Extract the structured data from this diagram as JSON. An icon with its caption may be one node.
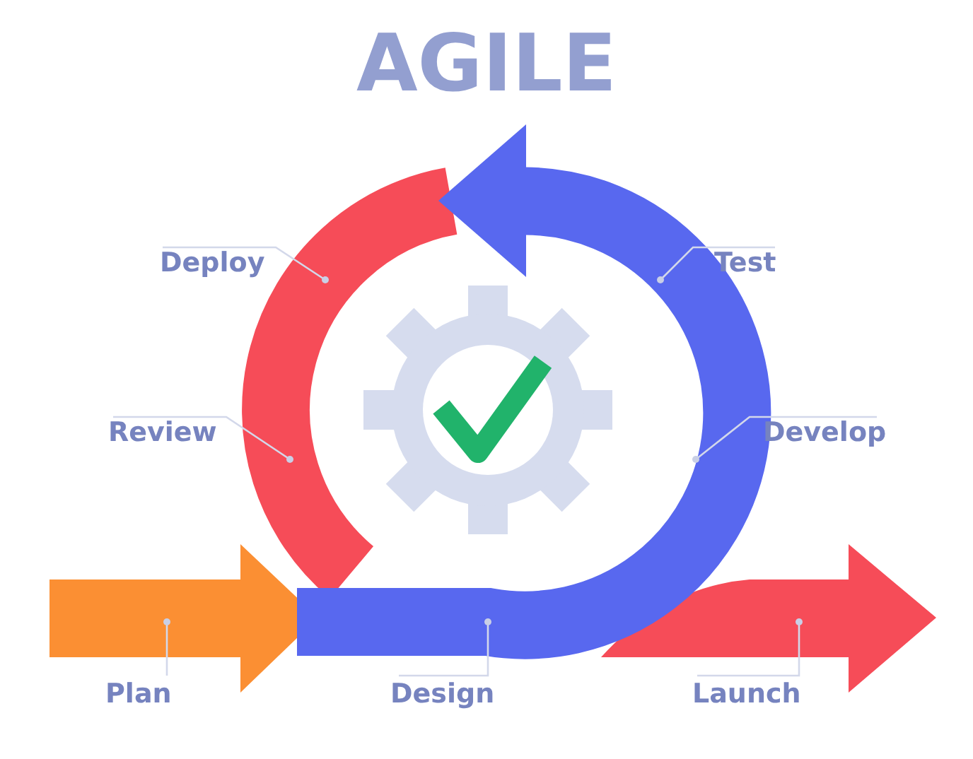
{
  "diagram": {
    "title": "AGILE",
    "nodes": [
      {
        "text": [
          "Deploy"
        ]
      },
      {
        "text": [
          "Test"
        ]
      },
      {
        "text": [
          "Review"
        ]
      },
      {
        "text": [
          "Develop"
        ]
      },
      {
        "text": [
          "Plan"
        ]
      },
      {
        "text": [
          "Design"
        ]
      },
      {
        "text": [
          "Launch"
        ]
      }
    ],
    "edges": [
      {
        "from": 0,
        "to": null,
        "arrow": "other"
      },
      {
        "from": 1,
        "to": null,
        "arrow": "other"
      },
      {
        "from": 2,
        "to": null,
        "arrow": "other"
      },
      {
        "from": 3,
        "to": null,
        "arrow": "other"
      },
      {
        "from": 4,
        "to": null,
        "arrow": "other"
      },
      {
        "from": 5,
        "to": null,
        "arrow": "other"
      },
      {
        "from": 6,
        "to": null,
        "arrow": "other"
      }
    ]
  }
}
